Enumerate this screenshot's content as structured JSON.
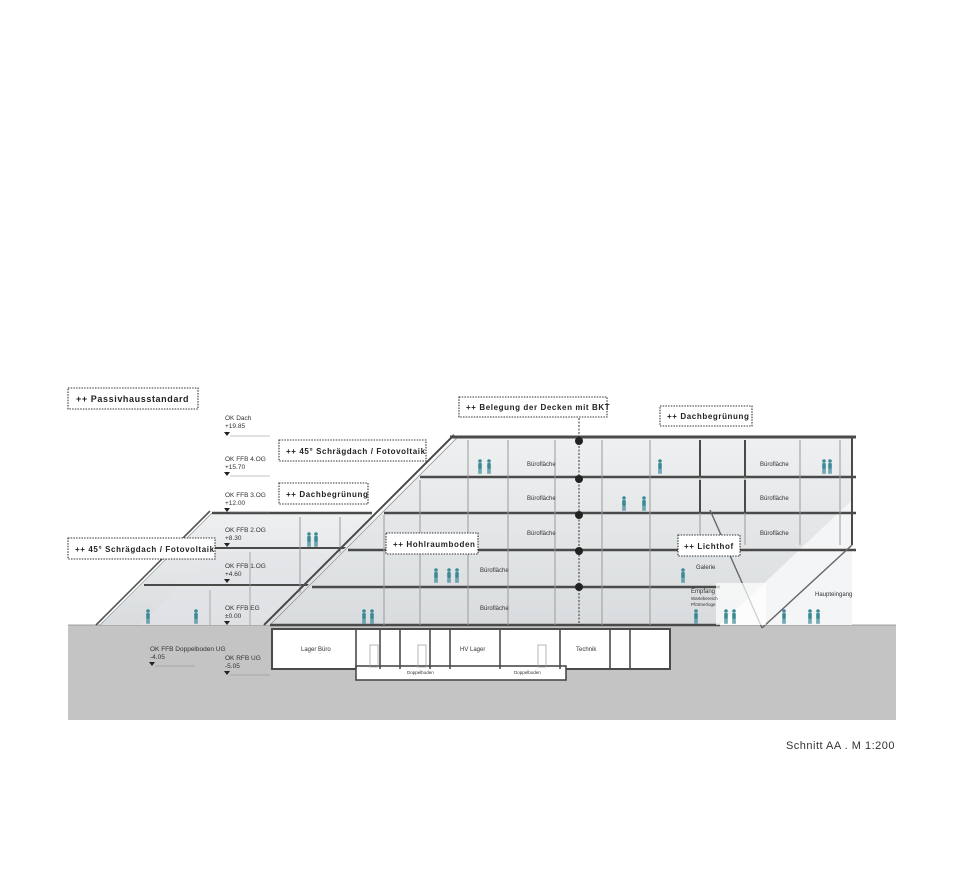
{
  "callouts": {
    "passivhaus": "++ Passivhausstandard",
    "bkt": "++ Belegung der Decken mit BKT",
    "dachbegruenung_right": "++ Dachbegrünung",
    "schraegdach_upper": "++ 45° Schrägdach / Fotovoltaik",
    "dachbegruenung_mid": "++ Dachbegrünung",
    "schraegdach_left": "++ 45° Schrägdach / Fotovoltaik",
    "hohlraumboden": "++ Hohlraumboden",
    "lichthof": "++ Lichthof"
  },
  "levels": [
    {
      "name": "OK Dach",
      "value": "+19.85"
    },
    {
      "name": "OK FFB 4.OG",
      "value": "+15.70"
    },
    {
      "name": "OK FFB 3.OG",
      "value": "+12.00"
    },
    {
      "name": "OK FFB 2.OG",
      "value": "+8.30"
    },
    {
      "name": "OK FFB 1.OG",
      "value": "+4.60"
    },
    {
      "name": "OK FFB EG",
      "value": "±0.00"
    },
    {
      "name": "OK RFB UG",
      "value": "-5.05"
    }
  ],
  "level_doppelboden": {
    "name": "OK FFB Doppelboden UG",
    "value": "-4.05"
  },
  "rooms": {
    "buero_4og_a": "Bürofläche",
    "buero_4og_b": "Bürofläche",
    "buero_3og_a": "Bürofläche",
    "buero_3og_b": "Bürofläche",
    "buero_2og_a": "Bürofläche",
    "buero_2og_b": "Bürofläche",
    "buero_1og": "Bürofläche",
    "buero_eg": "Bürofläche",
    "galerie": "Galerie",
    "empfang": "Empfang",
    "empfang_sub1": "Wartebereich",
    "empfang_sub2": "Pförtnerloge",
    "haupteingang": "Haupteingang",
    "lager_buero": "Lager Büro",
    "hv_lager": "HV Lager",
    "technik": "Technik",
    "doppelboden_1": "Doppelboden",
    "doppelboden_2": "Doppelboden"
  },
  "caption": "Schnitt AA . M 1:200",
  "colors": {
    "ground": "#c4c4c4",
    "glazing": "#e6e8ea",
    "structure": "#4a4a4a",
    "people": "#3d8a96",
    "callout_border": "#333333"
  }
}
